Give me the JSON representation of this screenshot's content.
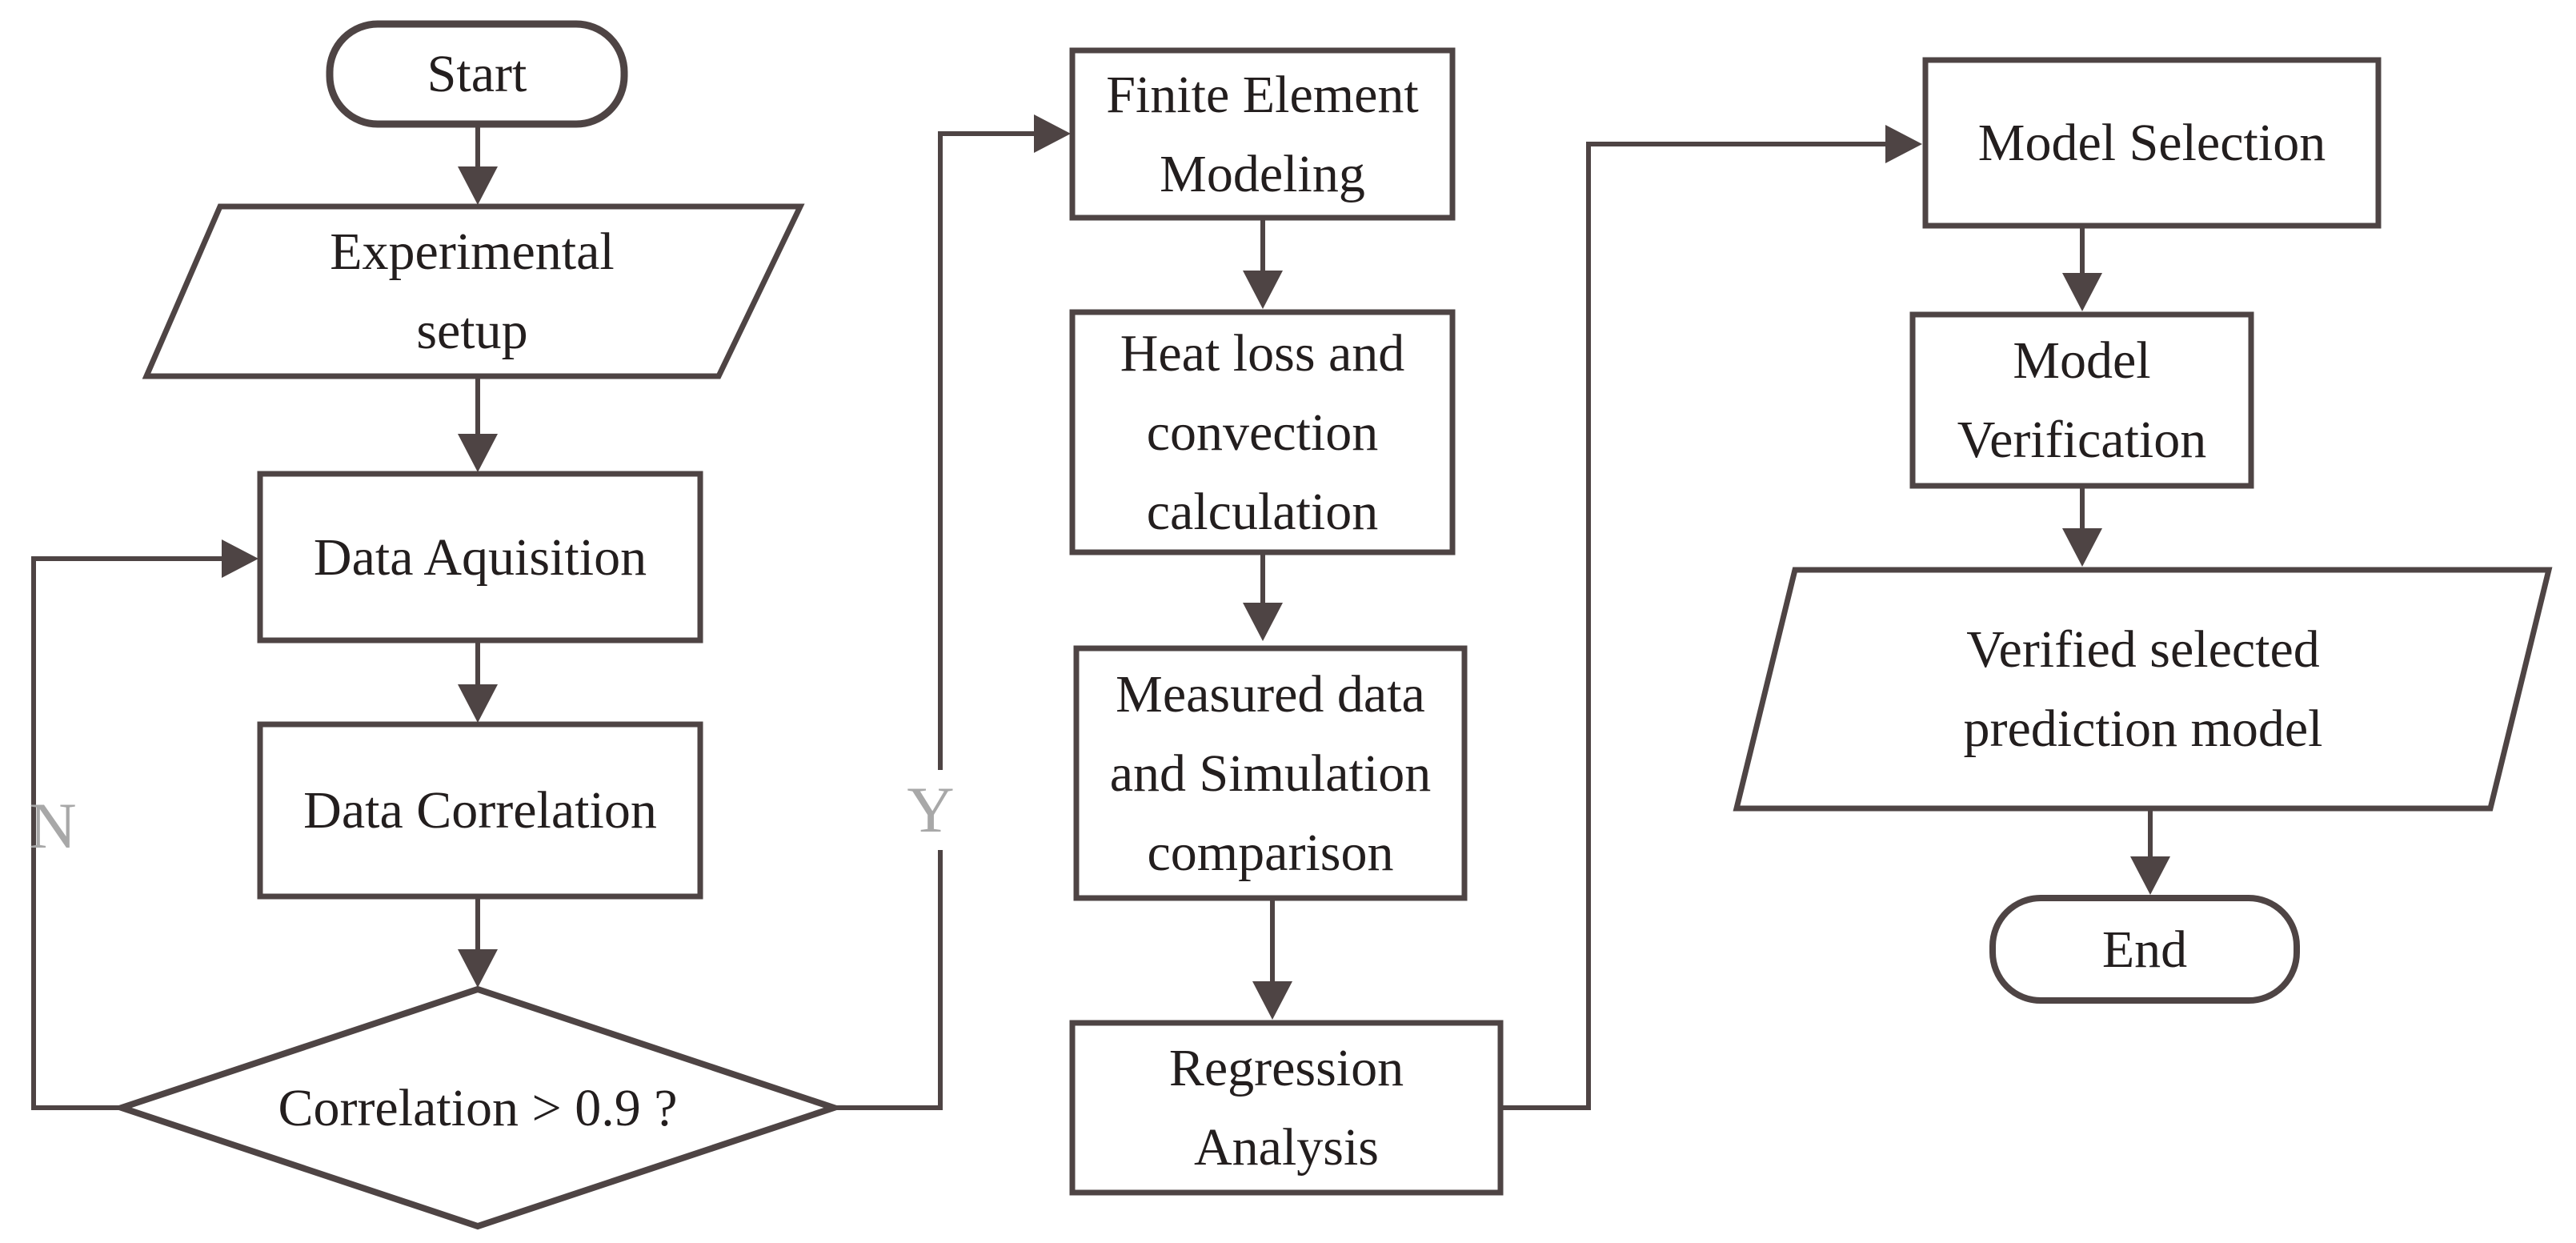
{
  "diagram": {
    "title_hint": "Flowchart of experimental / simulation based prediction model development",
    "colors": {
      "background": "#ffffff",
      "line": "#4e4444",
      "text": "#231e1e",
      "branch_label": "#a8a8a8"
    },
    "nodes": {
      "start": {
        "type": "terminator",
        "label": "Start"
      },
      "experimental_setup": {
        "type": "input-output",
        "label": "Experimental\nsetup"
      },
      "data_aquisition": {
        "type": "process",
        "label": "Data Aquisition"
      },
      "data_correlation": {
        "type": "process",
        "label": "Data Correlation"
      },
      "correlation_decision": {
        "type": "decision",
        "label": "Correlation > 0.9 ?"
      },
      "finite_element_modeling": {
        "type": "process",
        "label": "Finite Element\nModeling"
      },
      "heat_loss": {
        "type": "process",
        "label": "Heat loss and\nconvection\ncalculation"
      },
      "measured_data": {
        "type": "process",
        "label": "Measured data\nand Simulation\ncomparison"
      },
      "regression_analysis": {
        "type": "process",
        "label": "Regression\nAnalysis"
      },
      "model_selection": {
        "type": "process",
        "label": "Model Selection"
      },
      "model_verification": {
        "type": "process",
        "label": "Model\nVerification"
      },
      "verified_model": {
        "type": "input-output",
        "label": "Verified selected\nprediction model"
      },
      "end": {
        "type": "terminator",
        "label": "End"
      }
    },
    "branch_labels": {
      "no": "N",
      "yes": "Y"
    }
  }
}
